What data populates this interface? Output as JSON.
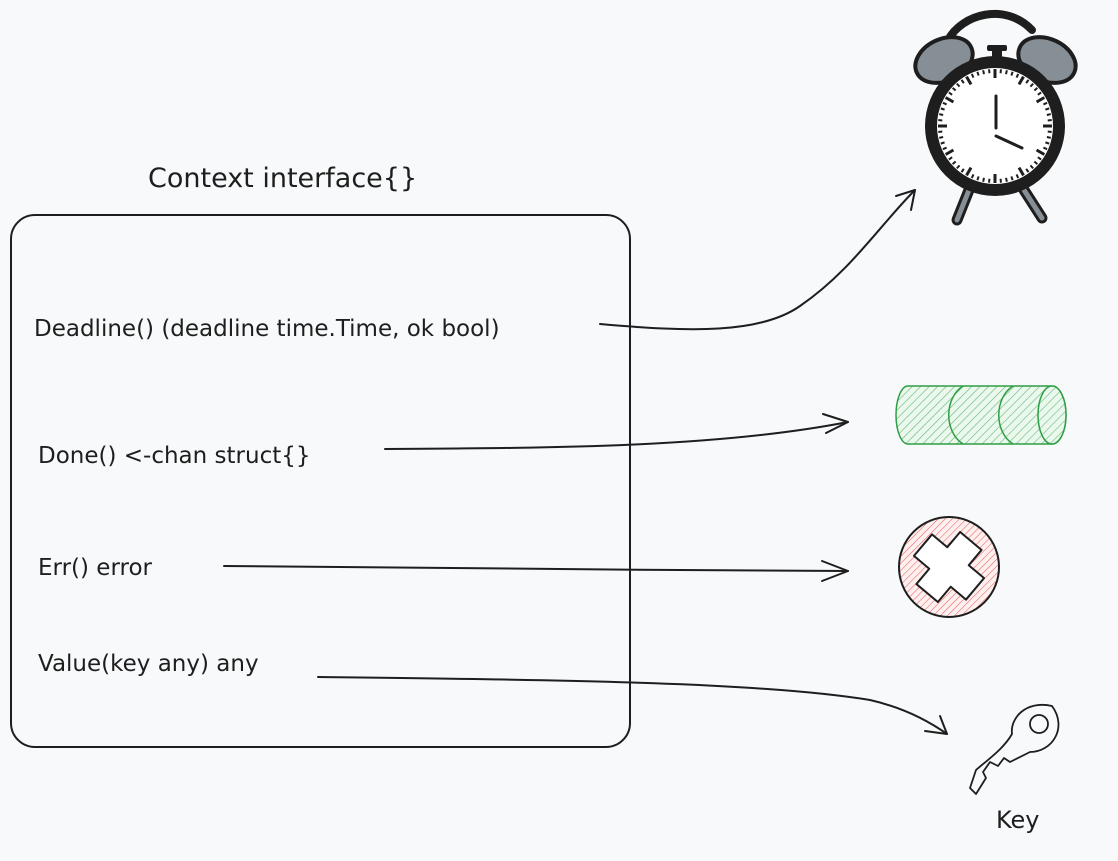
{
  "diagram": {
    "title": "Context interface{}",
    "methods": [
      {
        "id": "deadline",
        "label": "Deadline() (deadline time.Time, ok bool)",
        "target": "alarm-clock"
      },
      {
        "id": "done",
        "label": "Done() <-chan struct{}",
        "target": "channel-pipe"
      },
      {
        "id": "err",
        "label": "Err() error",
        "target": "error-badge"
      },
      {
        "id": "value",
        "label": "Value(key any) any",
        "target": "key"
      }
    ],
    "key_caption": "Key"
  },
  "colors": {
    "background": "#f8f9fa",
    "stroke": "#1e1e1e",
    "channel_stroke": "#2f9e44",
    "channel_fill": "#b2f2bb",
    "error_stroke": "#c92a2a",
    "error_fill": "#ffc9c9",
    "bell_fill": "#868e96"
  }
}
